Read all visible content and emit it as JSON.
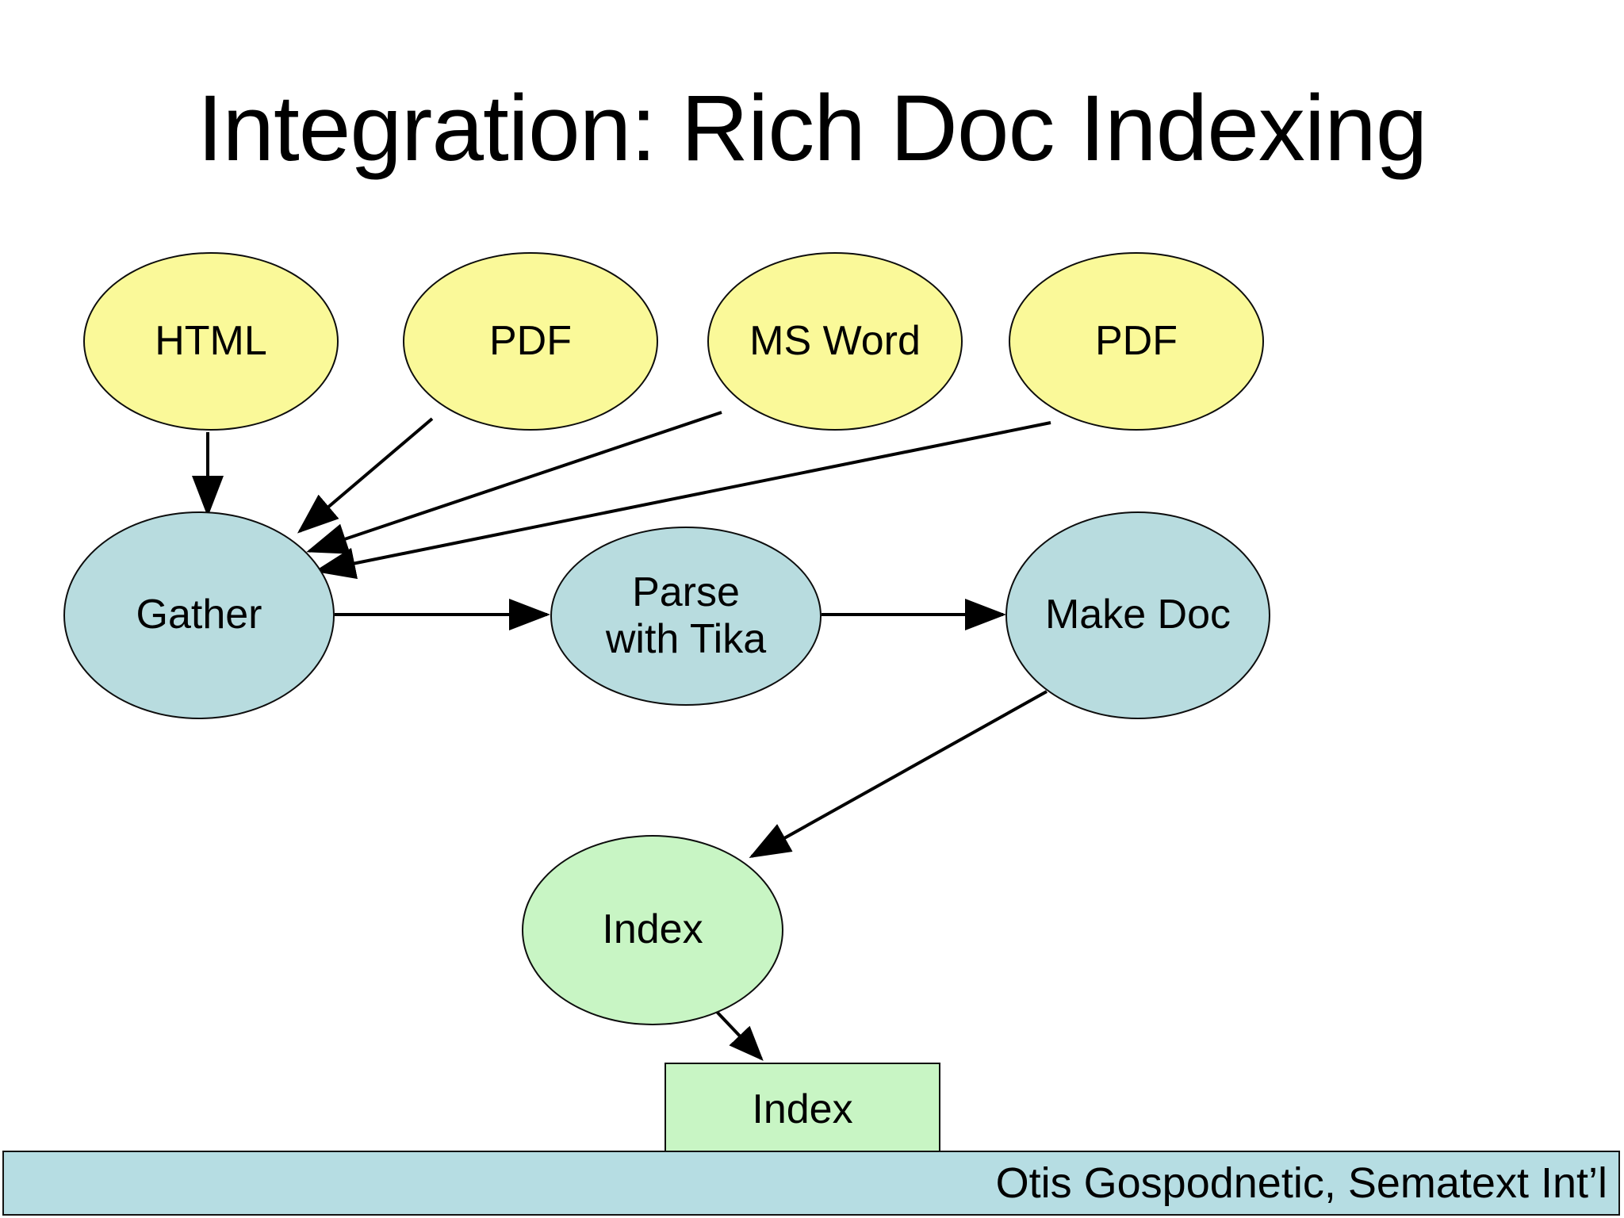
{
  "slide": {
    "title": "Integration: Rich Doc Indexing",
    "background_color": "#ffffff"
  },
  "colors": {
    "source_fill": "#faf999",
    "process_fill": "#b8dcdf",
    "output_fill": "#c8f5c4",
    "node_border": "#0d0d0d",
    "edge_color": "#000000",
    "footer_fill": "#b6dde3",
    "footer_border": "#131313",
    "text": "#000000"
  },
  "diagram": {
    "type": "flow-diagram",
    "sources": [
      {
        "id": "html",
        "label": "HTML"
      },
      {
        "id": "pdf1",
        "label": "PDF"
      },
      {
        "id": "msword",
        "label": "MS Word"
      },
      {
        "id": "pdf2",
        "label": "PDF"
      }
    ],
    "processes": [
      {
        "id": "gather",
        "label": "Gather"
      },
      {
        "id": "parse",
        "label": "Parse\nwith Tika"
      },
      {
        "id": "makedoc",
        "label": "Make Doc"
      }
    ],
    "outputs": [
      {
        "id": "index-ellipse",
        "label": "Index",
        "shape": "ellipse"
      },
      {
        "id": "index-box",
        "label": "Index",
        "shape": "rectangle"
      }
    ],
    "edges": [
      {
        "from": "html",
        "to": "gather"
      },
      {
        "from": "pdf1",
        "to": "gather"
      },
      {
        "from": "msword",
        "to": "gather"
      },
      {
        "from": "pdf2",
        "to": "gather"
      },
      {
        "from": "gather",
        "to": "parse"
      },
      {
        "from": "parse",
        "to": "makedoc"
      },
      {
        "from": "makedoc",
        "to": "index-ellipse"
      },
      {
        "from": "index-ellipse",
        "to": "index-box"
      }
    ]
  },
  "footer": {
    "credit": "Otis Gospodnetic, Sematext Int’l"
  }
}
